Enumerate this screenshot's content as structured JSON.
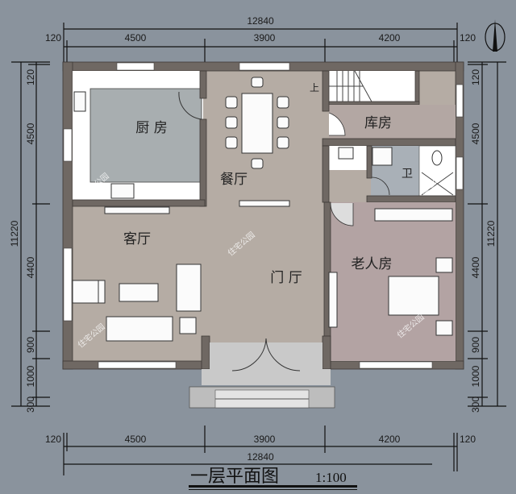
{
  "title": "一层平面图",
  "scale": "1:100",
  "watermark": "住宅公园",
  "colors": {
    "background": "#8a939d",
    "wall": "#6f6863",
    "floor": "#b5aca4",
    "kitchen": "#a8aeb0",
    "bedroom": "#b3a3a3",
    "bathroom": "#a9b0b7"
  },
  "dimensions": {
    "top": {
      "total": "12840",
      "edge_left": "120",
      "edge_right": "120",
      "segments": [
        "4500",
        "3900",
        "4200"
      ]
    },
    "bottom": {
      "total": "12840",
      "edge_left": "120",
      "edge_right": "120",
      "segments": [
        "4500",
        "3900",
        "4200"
      ]
    },
    "left": {
      "total": "11220",
      "segments": [
        "120",
        "4500",
        "4400",
        "900",
        "1000",
        "300"
      ]
    },
    "right": {
      "total": "11220",
      "segments": [
        "120",
        "4500",
        "4400",
        "900",
        "1000",
        "300"
      ]
    }
  },
  "rooms": {
    "kitchen": "厨 房",
    "dining": "餐厅",
    "storage": "库房",
    "bathroom": "卫",
    "living": "客厅",
    "foyer": "门 厅",
    "elder_bedroom": "老人房",
    "stair_up": "上"
  },
  "compass": "north-arrow-icon"
}
